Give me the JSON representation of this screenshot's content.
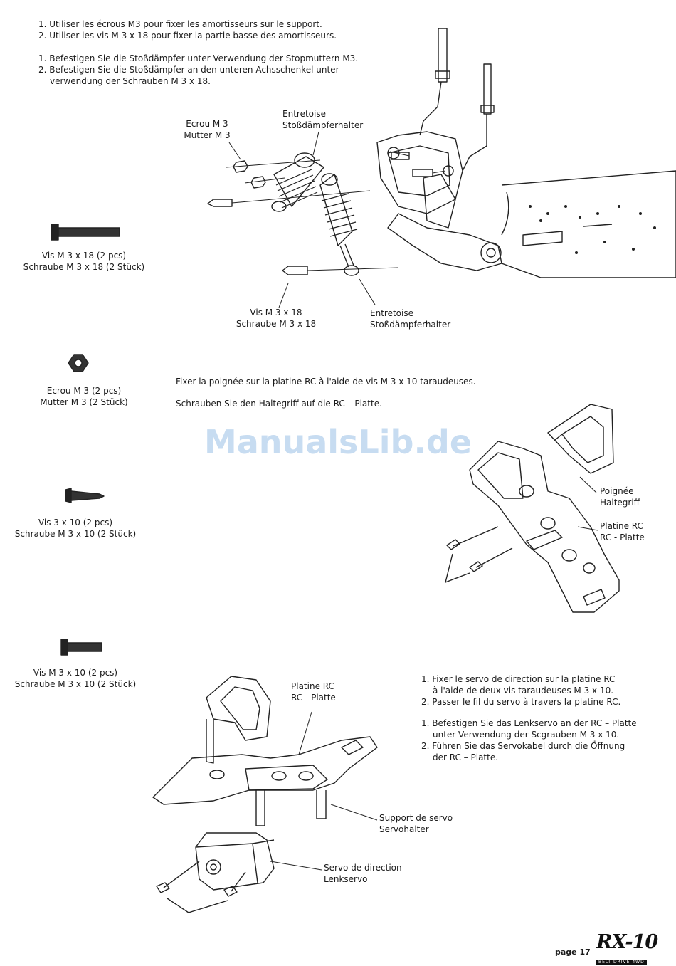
{
  "step_shocks": {
    "fr": [
      "1. Utiliser les écrous M3 pour fixer les amortisseurs sur le support.",
      "2. Utiliser les vis M 3 x 18 pour fixer la partie basse des amortisseurs."
    ],
    "de": [
      "1. Befestigen Sie die Stoßdämpfer unter Verwendung der Stopmuttern M3.",
      "2. Befestigen Sie die Stoßdämpfer an den unteren Achsschenkel unter",
      "verwendung der Schrauben M 3 x 18."
    ],
    "callouts": {
      "nut": [
        "Ecrou M 3",
        "Mutter M 3"
      ],
      "spacer_top": [
        "Entretoise",
        "Stoßdämpferhalter"
      ],
      "screw": [
        "Vis M 3 x 18",
        "Schraube M 3 x 18"
      ],
      "spacer_bottom": [
        "Entretoise",
        "Stoßdämpferhalter"
      ]
    }
  },
  "parts": {
    "screw_m3x18": [
      "Vis M 3 x 18  (2 pcs)",
      "Schraube M 3 x 18 (2 Stück)"
    ],
    "nut_m3": [
      "Ecrou M 3 (2 pcs)",
      "Mutter M 3 (2 Stück)"
    ],
    "screw_3x10": [
      "Vis 3 x 10 (2 pcs)",
      "Schraube M 3 x 10 (2 Stück)"
    ],
    "screw_m3x10": [
      "Vis M 3 x 10 (2 pcs)",
      "Schraube M 3 x 10 (2 Stück)"
    ]
  },
  "step_handle": {
    "fr": "Fixer la poignée sur la platine RC à l'aide de vis M 3 x 10 taraudeuses.",
    "de": "Schrauben Sie den Haltegriff auf die RC – Platte.",
    "callouts": {
      "handle": [
        "Poignée",
        "Haltegriff"
      ],
      "plate": [
        "Platine RC",
        "RC - Platte"
      ]
    }
  },
  "watermark": "ManualsLib.de",
  "step_servo": {
    "fr": [
      "1. Fixer le servo de direction sur la platine RC",
      "à l'aide de deux vis taraudeuses M 3 x 10.",
      "2. Passer le fil du servo à travers la platine RC."
    ],
    "de": [
      "1. Befestigen Sie das Lenkservo an der RC – Platte",
      "unter Verwendung der Scgrauben M 3 x 10.",
      "2. Führen Sie das Servokabel durch die Öffnung",
      "der RC – Platte."
    ],
    "callouts": {
      "plate": [
        "Platine RC",
        "RC - Platte"
      ],
      "support": [
        "Support de servo",
        "Servohalter"
      ],
      "servo": [
        "Servo de direction",
        "Lenkservo"
      ]
    }
  },
  "footer": {
    "page": "page 17",
    "logo": "RX-10",
    "logo_sub": "BELT DRIVE 4WD"
  }
}
